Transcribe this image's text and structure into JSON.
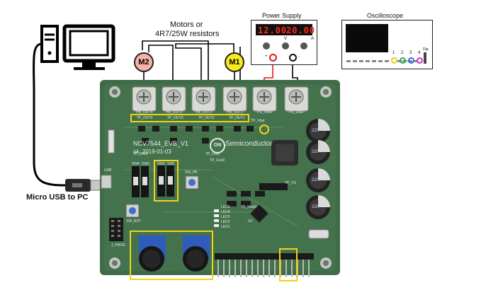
{
  "labels": {
    "motors_line1": "Motors or",
    "motors_line2": "4R7/25W resistors",
    "power_supply": "Power Supply",
    "oscilloscope": "Oscilloscope",
    "usb_to_pc": "Micro USB to PC",
    "m1": "M1",
    "m2": "M2"
  },
  "power_supply": {
    "voltage_display": "12.00",
    "current_display": "20.00",
    "knob_v": "V",
    "knob_a": "A",
    "plus": "+",
    "minus": "-"
  },
  "oscilloscope": {
    "channels": [
      "1",
      "2",
      "3",
      "4"
    ],
    "dig": "Dig"
  },
  "board": {
    "name": "NCV7544_EVB_V1",
    "date": "ok, 2019-01-03",
    "brand": "Semiconductor",
    "logo": "ON",
    "outputs": [
      "HB_OUT4",
      "HB_OUT3",
      "HB_OUT2",
      "HB_OUT1"
    ],
    "supply_terms": [
      "PS_VBAT",
      "PS_GND"
    ],
    "test_points": [
      "TP_OUT4",
      "TP_OUT3",
      "TP_OUT2",
      "TP_OUT1",
      "TP_Vbat"
    ],
    "switches": [
      "SW4",
      "SW3",
      "SW2",
      "SW1",
      "SW_PB",
      "SW_RST"
    ],
    "leds": [
      "LED5",
      "LED4",
      "LED3",
      "LED2",
      "LED1"
    ],
    "misc": [
      "USB",
      "TP_SWD",
      "TP_GND",
      "TP_Gnd2",
      "J_PROG",
      "TP_VS",
      "TP_Vbat2",
      "U1"
    ],
    "caps": [
      "220",
      "220",
      "220",
      "220"
    ]
  },
  "colors": {
    "highlight": "#f2d21a",
    "m1_fill": "#f7ea1f",
    "m2_fill": "#f4b3a6",
    "pcb": "#3f6b48",
    "pcb_dark": "#2c5034",
    "seg_red": "#ff2a1a"
  },
  "icons": [
    "computer-tower-icon",
    "monitor-icon",
    "usb-plug-icon",
    "knob-icon",
    "terminal-screw-icon"
  ]
}
